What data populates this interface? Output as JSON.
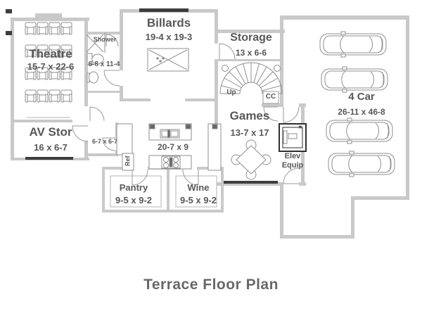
{
  "title": "Terrace Floor Plan",
  "rooms": {
    "billards": {
      "name": "Billards",
      "dims": "19-4 x 19-3"
    },
    "theatre": {
      "name": "Theatre",
      "dims": "15-7 x 22-6"
    },
    "shower": {
      "name": "Shower",
      "dims": "6-8 x 11-4"
    },
    "storage": {
      "name": "Storage",
      "dims": "13 x 6-6"
    },
    "games": {
      "name": "Games",
      "dims": "13-7 x 17"
    },
    "garage": {
      "name": "4 Car",
      "dims": "26-11 x 46-8"
    },
    "av_storage": {
      "name": "AV Stor",
      "dims": "16 x 6-7"
    },
    "hall": {
      "dims": "6-7 x 6-7"
    },
    "bar": {
      "dims": "20-7 x 9"
    },
    "pantry": {
      "name": "Pantry",
      "dims": "9-5 x 9-2"
    },
    "wine": {
      "name": "Wine",
      "dims": "9-5 x 9-2"
    },
    "elevator": {
      "name_line1": "Elev",
      "name_line2": "Equip"
    }
  },
  "annotations": {
    "stairs_up": "Up",
    "stairs_cc": "CC",
    "refrigerator": "Ref"
  },
  "colors": {
    "wall": "#c9c9c9",
    "line": "#8f8f8f",
    "window": "#3d3d3d",
    "text": "#585858",
    "title": "#686868"
  }
}
